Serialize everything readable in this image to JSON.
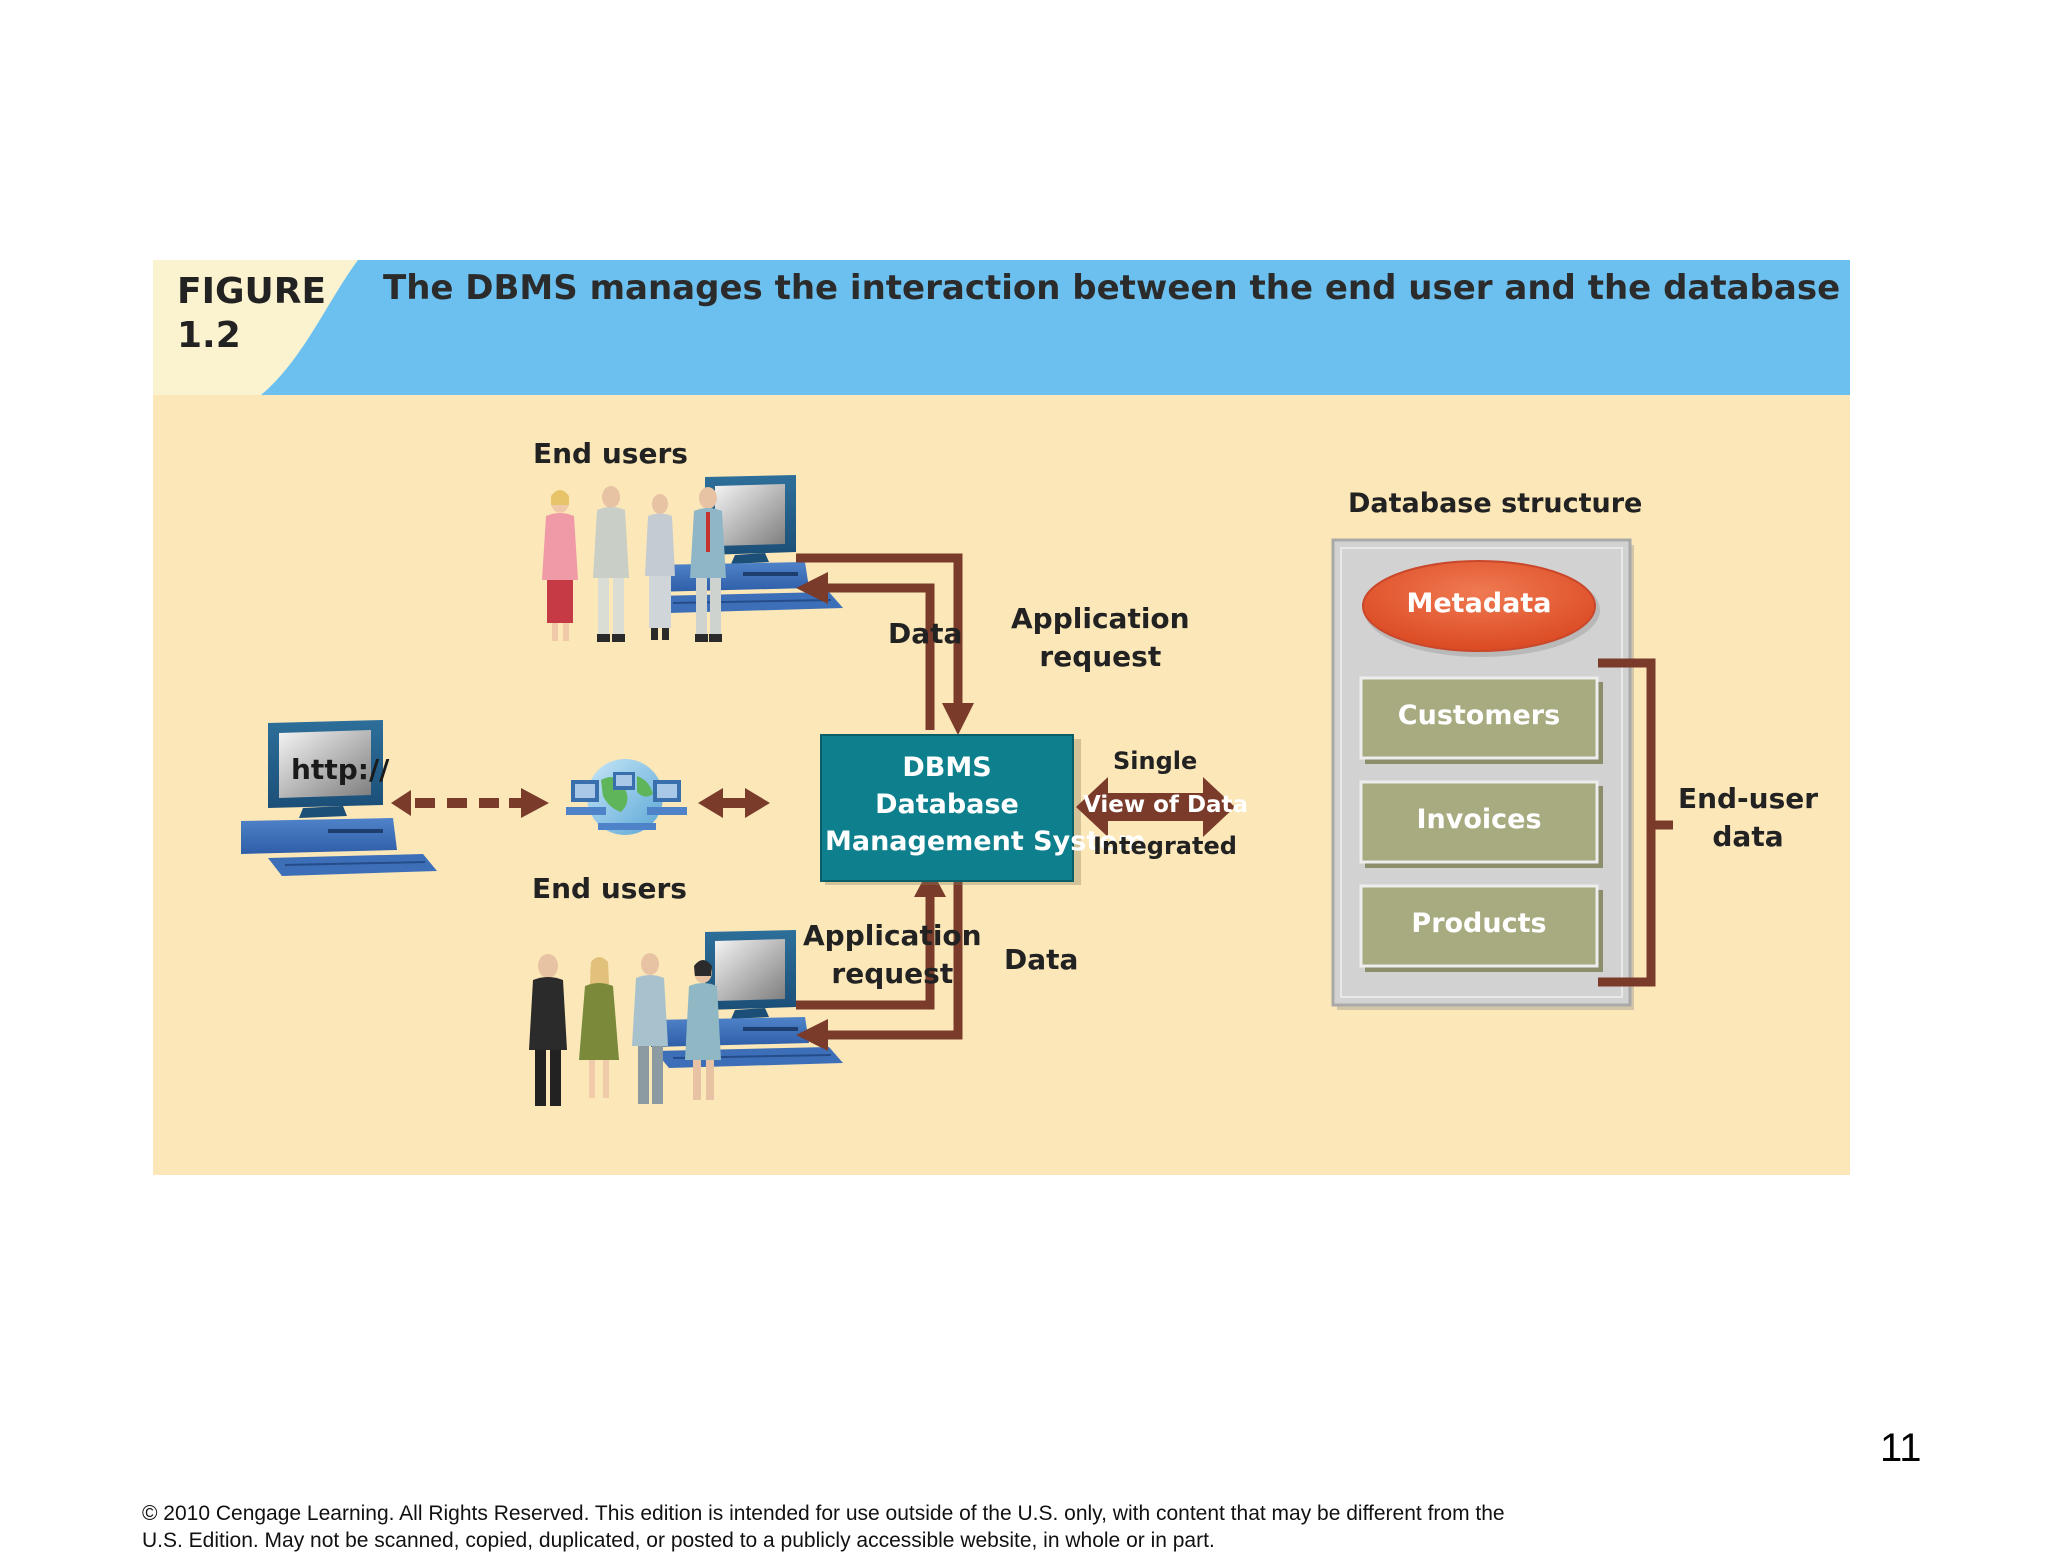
{
  "figure": {
    "label_line1": "FIGURE",
    "label_line2": "1.2",
    "title": "The DBMS manages the interaction between the end user and the database"
  },
  "diagram": {
    "end_users_top": "End users",
    "end_users_middle": "End users",
    "http_label": "http://",
    "data_top": "Data",
    "app_request_top_line1": "Application",
    "app_request_top_line2": "request",
    "app_request_bottom_line1": "Application",
    "app_request_bottom_line2": "request",
    "data_bottom": "Data",
    "dbms_line1": "DBMS",
    "dbms_line2": "Database",
    "dbms_line3": "Management System",
    "single": "Single",
    "view_of_data": "View of Data",
    "integrated": "Integrated",
    "db_structure_title": "Database structure",
    "metadata": "Metadata",
    "customers": "Customers",
    "invoices": "Invoices",
    "products": "Products",
    "end_user_data_line1": "End-user",
    "end_user_data_line2": "data"
  },
  "page_number": "11",
  "copyright": {
    "line1": "© 2010 Cengage Learning. All Rights Reserved. This edition is intended for use outside of the U.S. only, with content that may be different from the",
    "line2": "U.S. Edition. May not be scanned, copied, duplicated, or posted to a publicly accessible website, in whole or in part."
  },
  "colors": {
    "header_blue": "#6cc0ef",
    "header_cream": "#fbf3cf",
    "panel_beige": "#fbe7b8",
    "arrow_brown": "#7a3b2a",
    "dbms_teal": "#0e7f8c",
    "metadata_orange": "#e3522b",
    "table_olive": "#a8aa80",
    "db_gray": "#cfcfcf"
  }
}
